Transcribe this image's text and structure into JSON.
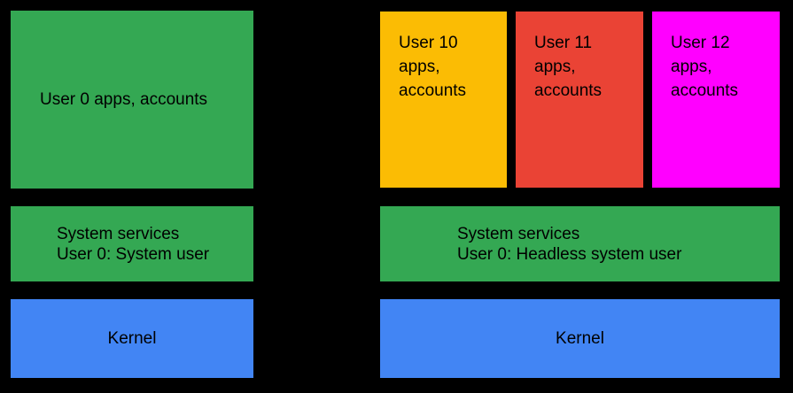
{
  "colors": {
    "background": "#000000",
    "text": "#000000",
    "green": "#34A853",
    "blue": "#4285F4",
    "yellow": "#FBBC04",
    "red": "#EA4335",
    "magenta": "#FF00FF"
  },
  "left_device": {
    "user_apps_label": "User 0 apps, accounts",
    "system_services_label": "System services\nUser 0: System user",
    "kernel_label": "Kernel"
  },
  "right_device": {
    "user_boxes": [
      {
        "label": "User 10\napps,\naccounts"
      },
      {
        "label": "User 11\napps,\naccounts"
      },
      {
        "label": "User 12\napps,\naccounts"
      }
    ],
    "system_services_label": "System services\nUser 0: Headless system user",
    "kernel_label": "Kernel"
  }
}
